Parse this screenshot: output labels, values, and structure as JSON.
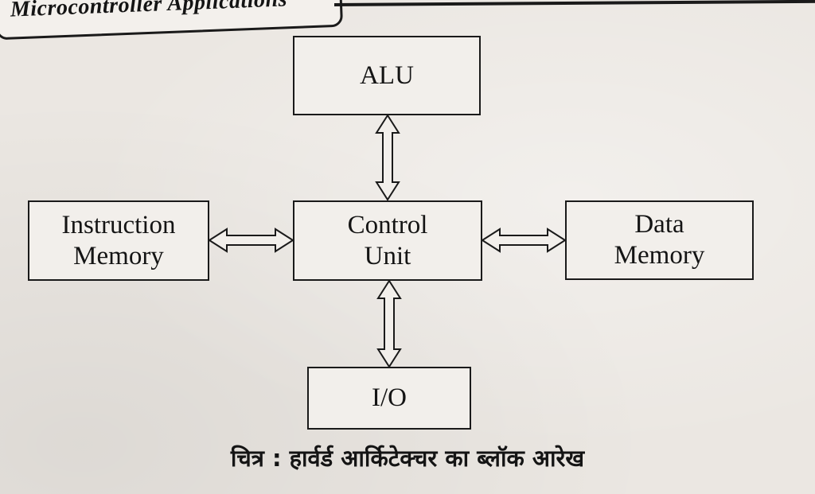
{
  "header": {
    "text": "Microcontroller Applications"
  },
  "blocks": {
    "alu": {
      "label": "ALU"
    },
    "control_unit": {
      "line1": "Control",
      "line2": "Unit"
    },
    "instruction_memory": {
      "line1": "Instruction",
      "line2": "Memory"
    },
    "data_memory": {
      "line1": "Data",
      "line2": "Memory"
    },
    "io": {
      "label": "I/O"
    }
  },
  "connections": [
    {
      "from": "alu",
      "to": "control_unit",
      "type": "bidirectional"
    },
    {
      "from": "instruction_memory",
      "to": "control_unit",
      "type": "bidirectional"
    },
    {
      "from": "control_unit",
      "to": "data_memory",
      "type": "bidirectional"
    },
    {
      "from": "control_unit",
      "to": "io",
      "type": "bidirectional"
    }
  ],
  "caption": "चित्र : हार्वर्ड आर्किटेक्चर का ब्लॉक आरेख"
}
